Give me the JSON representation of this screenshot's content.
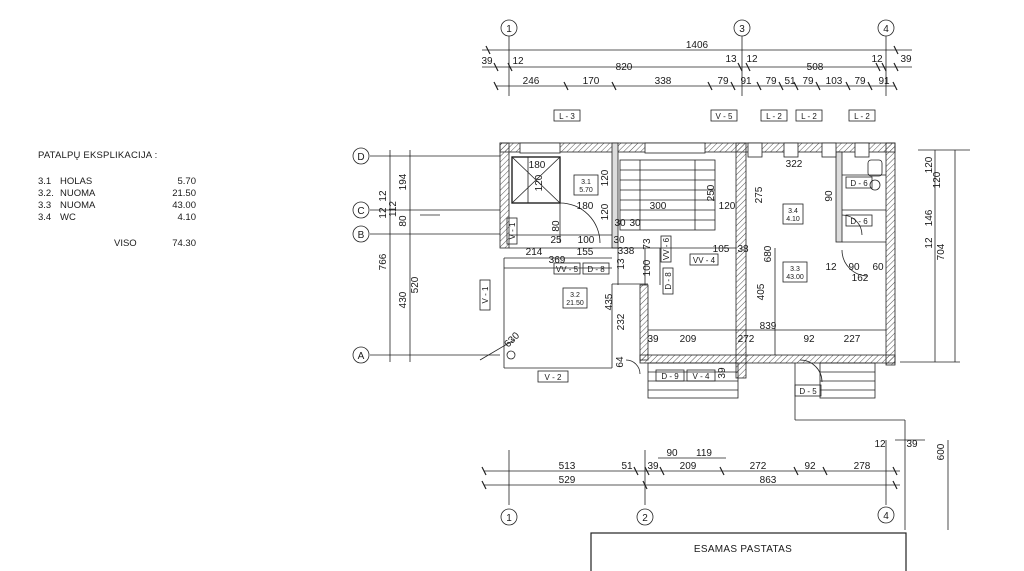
{
  "explication": {
    "title": "PATALPŲ EKSPLIKACIJA :",
    "rooms": [
      {
        "num": "3.1",
        "name": "HOLAS",
        "area": "5.70"
      },
      {
        "num": "3.2.",
        "name": "NUOMA",
        "area": "21.50"
      },
      {
        "num": "3.3",
        "name": "NUOMA",
        "area": "43.00"
      },
      {
        "num": "3.4",
        "name": "WC",
        "area": "4.10"
      }
    ],
    "total_label": "VISO",
    "total_value": "74.30"
  },
  "axes": {
    "top": [
      "1",
      "3",
      "4"
    ],
    "bottom": [
      "1",
      "2",
      "4"
    ],
    "left": [
      "D",
      "C",
      "B",
      "A"
    ]
  },
  "dims_top": {
    "overall": "1406",
    "row2": [
      "39",
      "12",
      "820",
      "13",
      "12",
      "508",
      "12",
      "39"
    ],
    "row3": [
      "246",
      "170",
      "338",
      "79",
      "91",
      "79",
      "51",
      "79",
      "103",
      "79",
      "91"
    ]
  },
  "dims_bottom": {
    "row1": [
      "90",
      "119"
    ],
    "row2": [
      "513",
      "51",
      "39",
      "209",
      "272",
      "92",
      "278"
    ],
    "row3": [
      "529",
      "863"
    ],
    "right": [
      "12",
      "39"
    ]
  },
  "dims_left": [
    "766",
    "194",
    "12",
    "112",
    "80",
    "430",
    "520",
    "12"
  ],
  "dims_right": [
    "120",
    "120",
    "146",
    "12",
    "704",
    "600"
  ],
  "interior_dims": [
    "180",
    "120",
    "180",
    "120",
    "120",
    "80",
    "25",
    "100",
    "30",
    "214",
    "155",
    "369",
    "338",
    "30",
    "30",
    "300",
    "250",
    "120",
    "275",
    "322",
    "90",
    "105",
    "38",
    "680",
    "405",
    "12",
    "90",
    "60",
    "162",
    "100",
    "73",
    "13",
    "435",
    "232",
    "839",
    "39",
    "209",
    "272",
    "92",
    "227",
    "64",
    "39",
    "630"
  ],
  "rooms_plan": [
    {
      "num": "3.1",
      "area": "5.70"
    },
    {
      "num": "3.2",
      "area": "21.50"
    },
    {
      "num": "3.3",
      "area": "43.00"
    },
    {
      "num": "3.4",
      "area": "4.10"
    }
  ],
  "tags": [
    "L - 3",
    "V - 5",
    "L - 2",
    "L - 2",
    "L - 2",
    "V - 1",
    "VV - 5",
    "D - 8",
    "VV - 6",
    "VV - 4",
    "D - 8",
    "V - 1",
    "V - 2",
    "D - 9",
    "V - 4",
    "D - 5",
    "D - 6",
    "D - 6"
  ],
  "existing_building": "ESAMAS PASTATAS"
}
